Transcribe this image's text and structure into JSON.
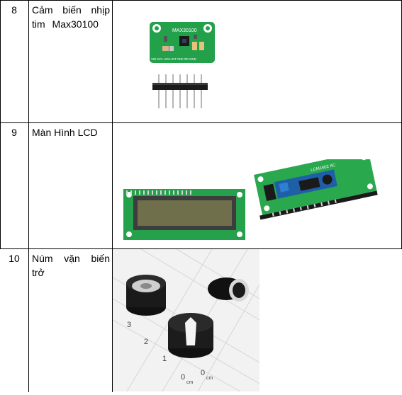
{
  "rows": [
    {
      "number": "8",
      "name": "Cảm biến nhịp tim Max30100",
      "image_icon": "max30100-sensor-board-icon"
    },
    {
      "number": "9",
      "name": "Màn Hình LCD",
      "image_icon": "lcd-1602-display-icon"
    },
    {
      "number": "10",
      "name": "Núm vặn biến trở",
      "image_icon": "potentiometer-knob-icon"
    }
  ],
  "pcb_labels": {
    "sensor_chip": "MAX30100",
    "sensor_pins": "VIN SCL SDA INT IRD RD GND",
    "lcd_module": "LCM1602 IIC"
  },
  "ruler_marks": [
    "3",
    "2",
    "1",
    "0",
    "cm"
  ]
}
